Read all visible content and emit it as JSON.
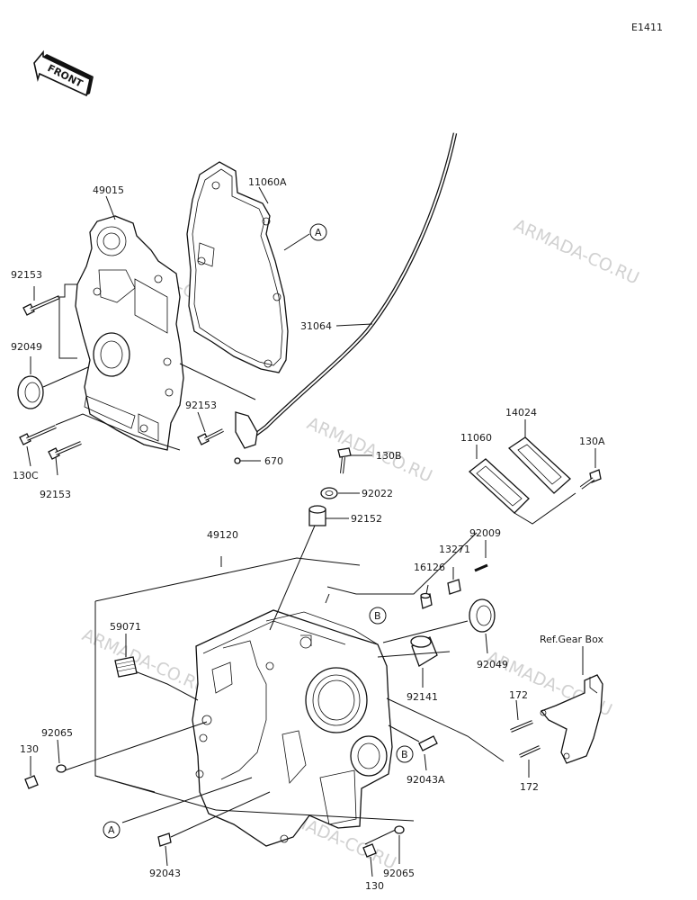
{
  "diagram_code": "E1411",
  "front_label": "FRONT",
  "ref_label": "Ref.Gear Box",
  "callouts": {
    "a1": "A",
    "a2": "A",
    "b1": "B",
    "b2": "B"
  },
  "watermarks": [
    "ARMADA-CO.RU",
    "ARMADA-CO.RU",
    "ARMADA-CO.RU",
    "ARMADA-CO.RU",
    "ARMADA-CO.RU",
    "ARMADA-CO.RU"
  ],
  "parts": {
    "p49015": "49015",
    "p11060A": "11060A",
    "p92153a": "92153",
    "p92049a": "92049",
    "p130C": "130C",
    "p92153b": "92153",
    "p92153c": "92153",
    "p670": "670",
    "p31064": "31064",
    "p130B": "130B",
    "p92022": "92022",
    "p92152": "92152",
    "p11060": "11060",
    "p14024": "14024",
    "p130A": "130A",
    "p92009": "92009",
    "p13271": "13271",
    "p16126": "16126",
    "p49120": "49120",
    "p59071": "59071",
    "p92049b": "92049",
    "p92141": "92141",
    "p172a": "172",
    "p172b": "172",
    "p92065a": "92065",
    "p130a": "130",
    "p92043A": "92043A",
    "p92043": "92043",
    "p130b": "130",
    "p92065b": "92065"
  }
}
